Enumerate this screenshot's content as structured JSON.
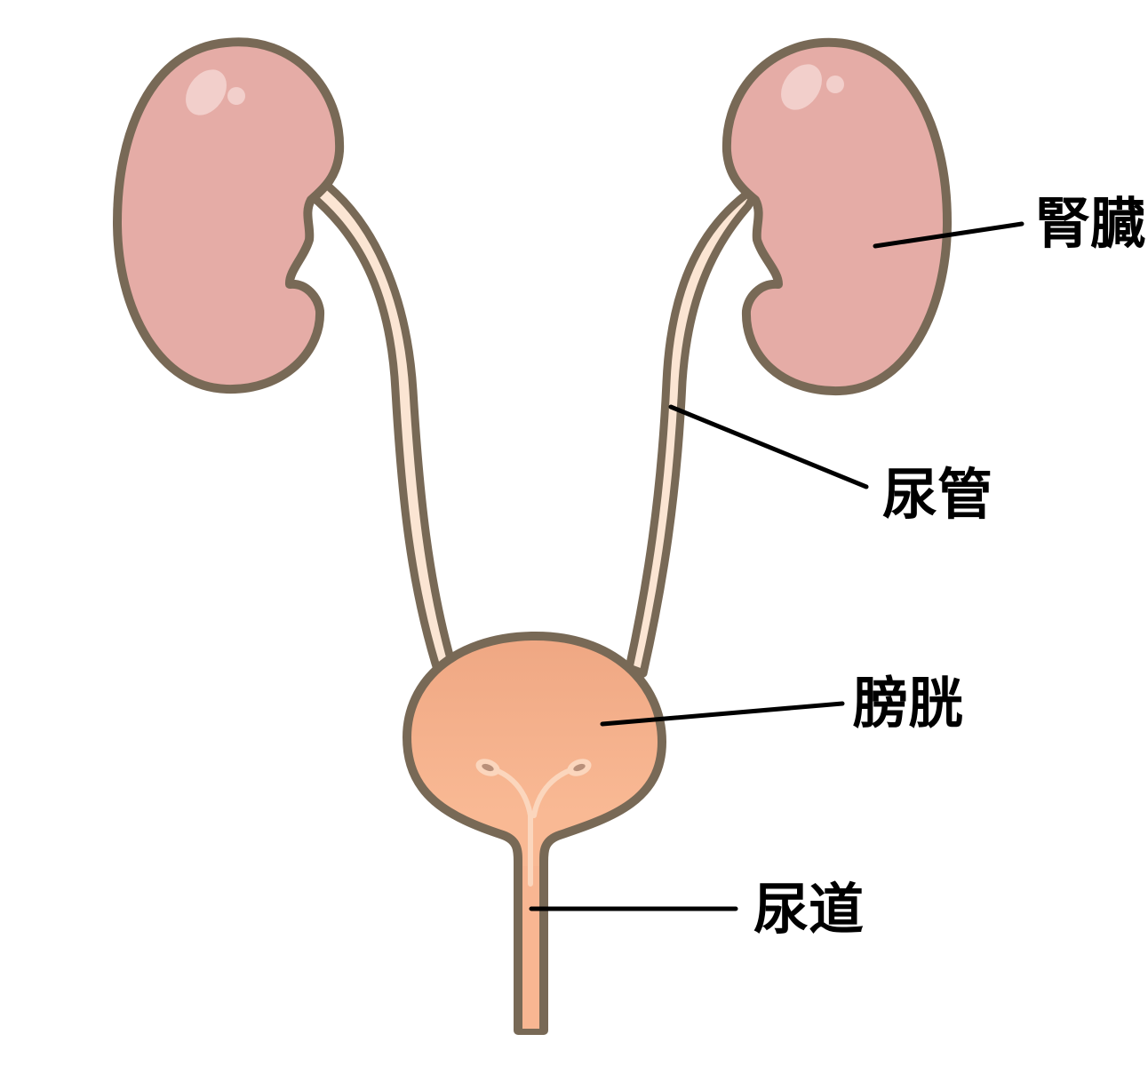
{
  "labels": {
    "kidney": "腎臓",
    "ureter": "尿管",
    "bladder": "膀胱",
    "urethra": "尿道"
  },
  "colors": {
    "outline": "#786956",
    "kidney": "#e5aca6",
    "kidney_highlight": "#f2cfcb",
    "ureter": "#fbe5d3",
    "bladder_top": "#efa783",
    "bladder": "#f9b994",
    "urethra": "#f8b692",
    "trigone": "#fbd6bd",
    "leader": "#000000"
  }
}
